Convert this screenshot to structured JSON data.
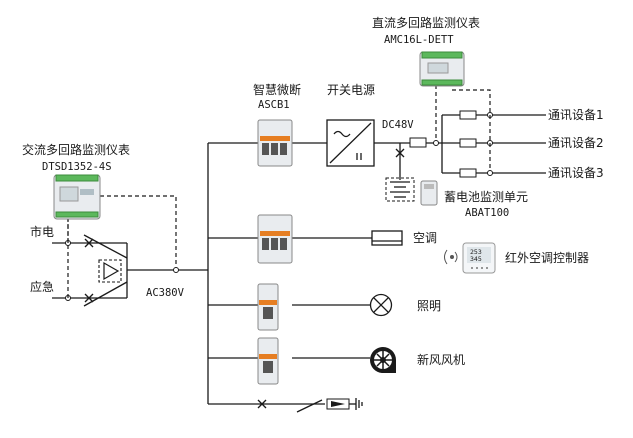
{
  "labels": {
    "dtsd_name": "交流多回路监测仪表",
    "dtsd_model": "DTSD1352-4S",
    "dc_meter_name": "直流多回路监测仪表",
    "dc_meter_model": "AMC16L-DETT",
    "smart_breaker_name": "智慧微断",
    "smart_breaker_model": "ASCB1",
    "switch_psu": "开关电源",
    "dc_voltage": "DC48V",
    "comm1": "通讯设备1",
    "comm2": "通讯设备2",
    "comm3": "通讯设备3",
    "battery_unit_name": "蓄电池监测单元",
    "battery_unit_model": "ABAT100",
    "mains": "市电",
    "emergency": "应急",
    "ac_voltage": "AC380V",
    "air_conditioner": "空调",
    "ir_controller": "红外空调控制器",
    "controller_display_top": "253",
    "controller_display_bottom": "345",
    "lighting": "照明",
    "fresh_air_fan": "新风风机"
  },
  "colors": {
    "device_body": "#e9ecef",
    "terminal_green": "#5cb85c",
    "breaker_orange": "#e67e22",
    "line": "#1a1a1a"
  }
}
